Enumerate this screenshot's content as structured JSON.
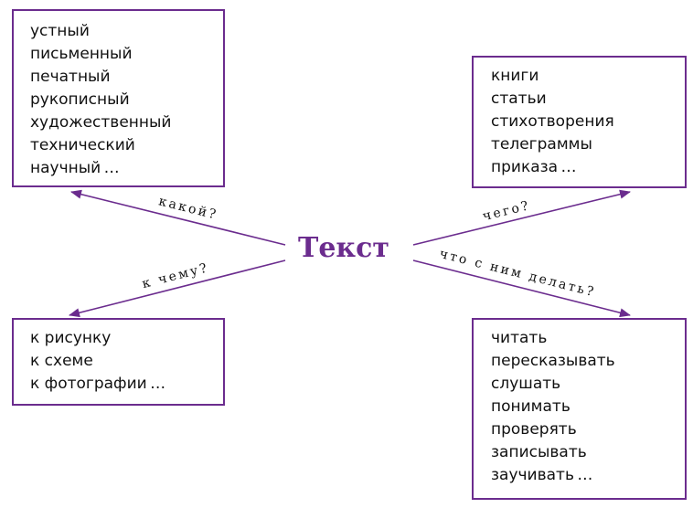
{
  "title": "Текст",
  "colors": {
    "accent": "#6b2c8e",
    "text": "#111111"
  },
  "boxes": {
    "top_left": [
      "устный",
      "письменный",
      "печатный",
      "рукописный",
      "художественный",
      "технический",
      "научный …"
    ],
    "top_right": [
      "книги",
      "статьи",
      "стихотворения",
      "телеграммы",
      "приказа …"
    ],
    "bottom_left": [
      "к рисунку",
      "к схеме",
      "к фотографии …"
    ],
    "bottom_right": [
      "читать",
      "пересказывать",
      "слушать",
      "понимать",
      "проверять",
      "записывать",
      "заучивать …"
    ]
  },
  "questions": {
    "top_left": "какой?",
    "top_right": "чего?",
    "bottom_left": "к чему?",
    "bottom_right": "что с ним делать?"
  }
}
